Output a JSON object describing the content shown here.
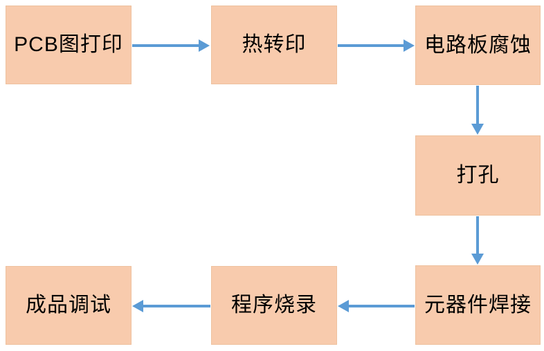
{
  "diagram": {
    "colors": {
      "box_fill": "#f8cbad",
      "box_border": "#eec19e",
      "arrow": "#5b9bd5",
      "text": "#000000",
      "background": "#ffffff"
    },
    "nodes": [
      {
        "id": "pcb-print",
        "label": "PCB图打印"
      },
      {
        "id": "heat-transfer",
        "label": "热转印"
      },
      {
        "id": "board-etching",
        "label": "电路板腐蚀"
      },
      {
        "id": "drilling",
        "label": "打孔"
      },
      {
        "id": "component-soldering",
        "label": "元器件焊接"
      },
      {
        "id": "program-burning",
        "label": "程序烧录"
      },
      {
        "id": "product-debugging",
        "label": "成品调试"
      }
    ],
    "edges": [
      {
        "from": "PCB图打印",
        "to": "热转印",
        "direction": "right"
      },
      {
        "from": "热转印",
        "to": "电路板腐蚀",
        "direction": "right"
      },
      {
        "from": "电路板腐蚀",
        "to": "打孔",
        "direction": "down"
      },
      {
        "from": "打孔",
        "to": "元器件焊接",
        "direction": "down"
      },
      {
        "from": "元器件焊接",
        "to": "程序烧录",
        "direction": "left"
      },
      {
        "from": "程序烧录",
        "to": "成品调试",
        "direction": "left"
      }
    ]
  }
}
